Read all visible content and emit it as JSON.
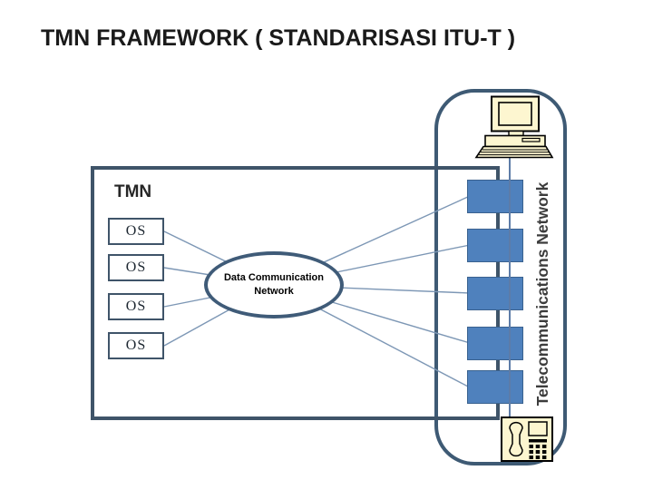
{
  "title": "TMN FRAMEWORK ( STANDARISASI ITU-T )",
  "tmn": {
    "label": "TMN",
    "os_nodes": [
      {
        "label": "OS"
      },
      {
        "label": "OS"
      },
      {
        "label": "OS"
      },
      {
        "label": "OS"
      }
    ]
  },
  "dcn": {
    "name": "Data Communication Network",
    "line1": "Data Communication",
    "line2": "Network"
  },
  "telecom": {
    "label": "Telecommunications Network",
    "element_count": 5
  },
  "icons": {
    "top": "desktop-computer-icon",
    "bottom": "telephone-icon"
  },
  "colors": {
    "node_blue": "#4f81bd",
    "border_slate": "#3f5469",
    "frame_slate": "#3e5a74",
    "connector_blue": "#7d97b5",
    "icon_cream": "#fdf6d0"
  }
}
